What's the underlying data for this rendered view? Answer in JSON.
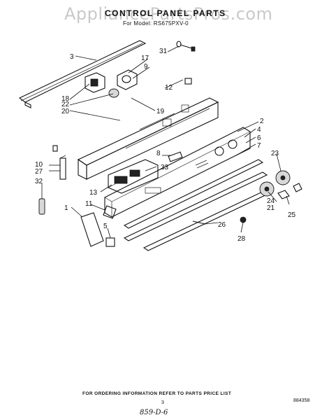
{
  "watermark": "AppliancePartsPros.com",
  "title": "CONTROL PANEL PARTS",
  "model_line": "For Model: RS675PXV-0",
  "footer": "FOR ORDERING INFORMATION REFER TO PARTS PRICE LIST",
  "page_number": "3",
  "doc_number": "884358",
  "handwriting": "859-D-6",
  "callouts": {
    "c1": "1",
    "c2": "2",
    "c3": "3",
    "c4": "4",
    "c5": "5",
    "c6": "6",
    "c7": "7",
    "c8": "8",
    "c9": "9",
    "c10": "10",
    "c11": "11",
    "c12": "12",
    "c13": "13",
    "c17": "17",
    "c18": "18",
    "c19": "19",
    "c20": "20",
    "c21": "21",
    "c22": "22",
    "c23": "23",
    "c24": "24",
    "c25": "25",
    "c26": "26",
    "c27": "27",
    "c28": "28",
    "c31": "31",
    "c32": "32",
    "c33": "33"
  }
}
